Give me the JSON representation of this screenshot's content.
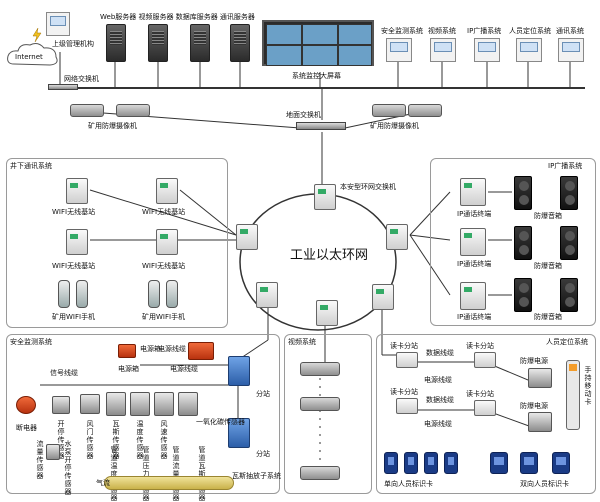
{
  "top": {
    "cloud": "Internet",
    "higher_mgmt": "上级管理机构",
    "servers": "Web服务器 视频服务器 数据库服务器 通讯服务器",
    "big_screen": "系统监控大屏幕",
    "network_switch": "网络交换机",
    "ground_switch": "地面交换机",
    "cam_left": "矿用防爆摄像机",
    "cam_right": "矿用防爆摄像机",
    "terminals": [
      "安全监测系统",
      "视频系统",
      "IP广播系统",
      "人员定位系统",
      "通讯系统"
    ]
  },
  "ring": {
    "title": "工业以太环网",
    "switch_label": "本安型环网交换机"
  },
  "comm": {
    "title": "井下通讯系统",
    "base1": "WIFI无线基站",
    "base2": "WIFI无线基站",
    "base3": "WIFI无线基站",
    "base4": "WIFI无线基站",
    "phone1": "矿用WIFI手机",
    "phone2": "矿用WIFI手机"
  },
  "broadcast": {
    "title": "IP广播系统",
    "term1": "IP通话终端",
    "term2": "IP通话终端",
    "term3": "IP通话终端",
    "spk1": "防爆音箱",
    "spk2": "防爆音箱",
    "spk3": "防爆音箱"
  },
  "safety": {
    "title": "安全监测系统",
    "signal_cable": "信号线缆",
    "power_box": "电源箱",
    "power_cable": "电源线缆",
    "power_cable2": "电源线缆",
    "power_box2": "电源箱",
    "substation1": "分站",
    "substation2": "分站",
    "breaker": "断电器",
    "switch_sensor": "开停传感器",
    "door_sensor": "风门传感器",
    "gas_sensor": "瓦斯传感器",
    "temp_sensor": "温度传感器",
    "speed_sensor": "风速传感器",
    "co_sensor": "一氧化碳传感器",
    "flow_sensor": "流量传感器",
    "water_sensor": "水泵开停传感器",
    "pipe_temp": "管道温度传感器",
    "pipe_press": "管道压力传感器",
    "pipe_flow": "管道流量传感器",
    "pipe_gas": "管道瓦斯传感器",
    "gas_label": "气流",
    "extract": "瓦斯抽放子系统"
  },
  "video": {
    "title": "视频系统"
  },
  "location": {
    "title": "人员定位系统",
    "reader1": "读卡分站",
    "reader2": "读卡分站",
    "reader3": "读卡分站",
    "reader4": "读卡分站",
    "data_cable1": "数据线缆",
    "data_cable2": "数据线缆",
    "power_cable1": "电源线缆",
    "power_cable2": "电源线缆",
    "power1": "防爆电源",
    "power2": "防爆电源",
    "handset": "手持移动卡",
    "single_card": "单向人员标识卡",
    "double_card": "双向人员标识卡"
  }
}
